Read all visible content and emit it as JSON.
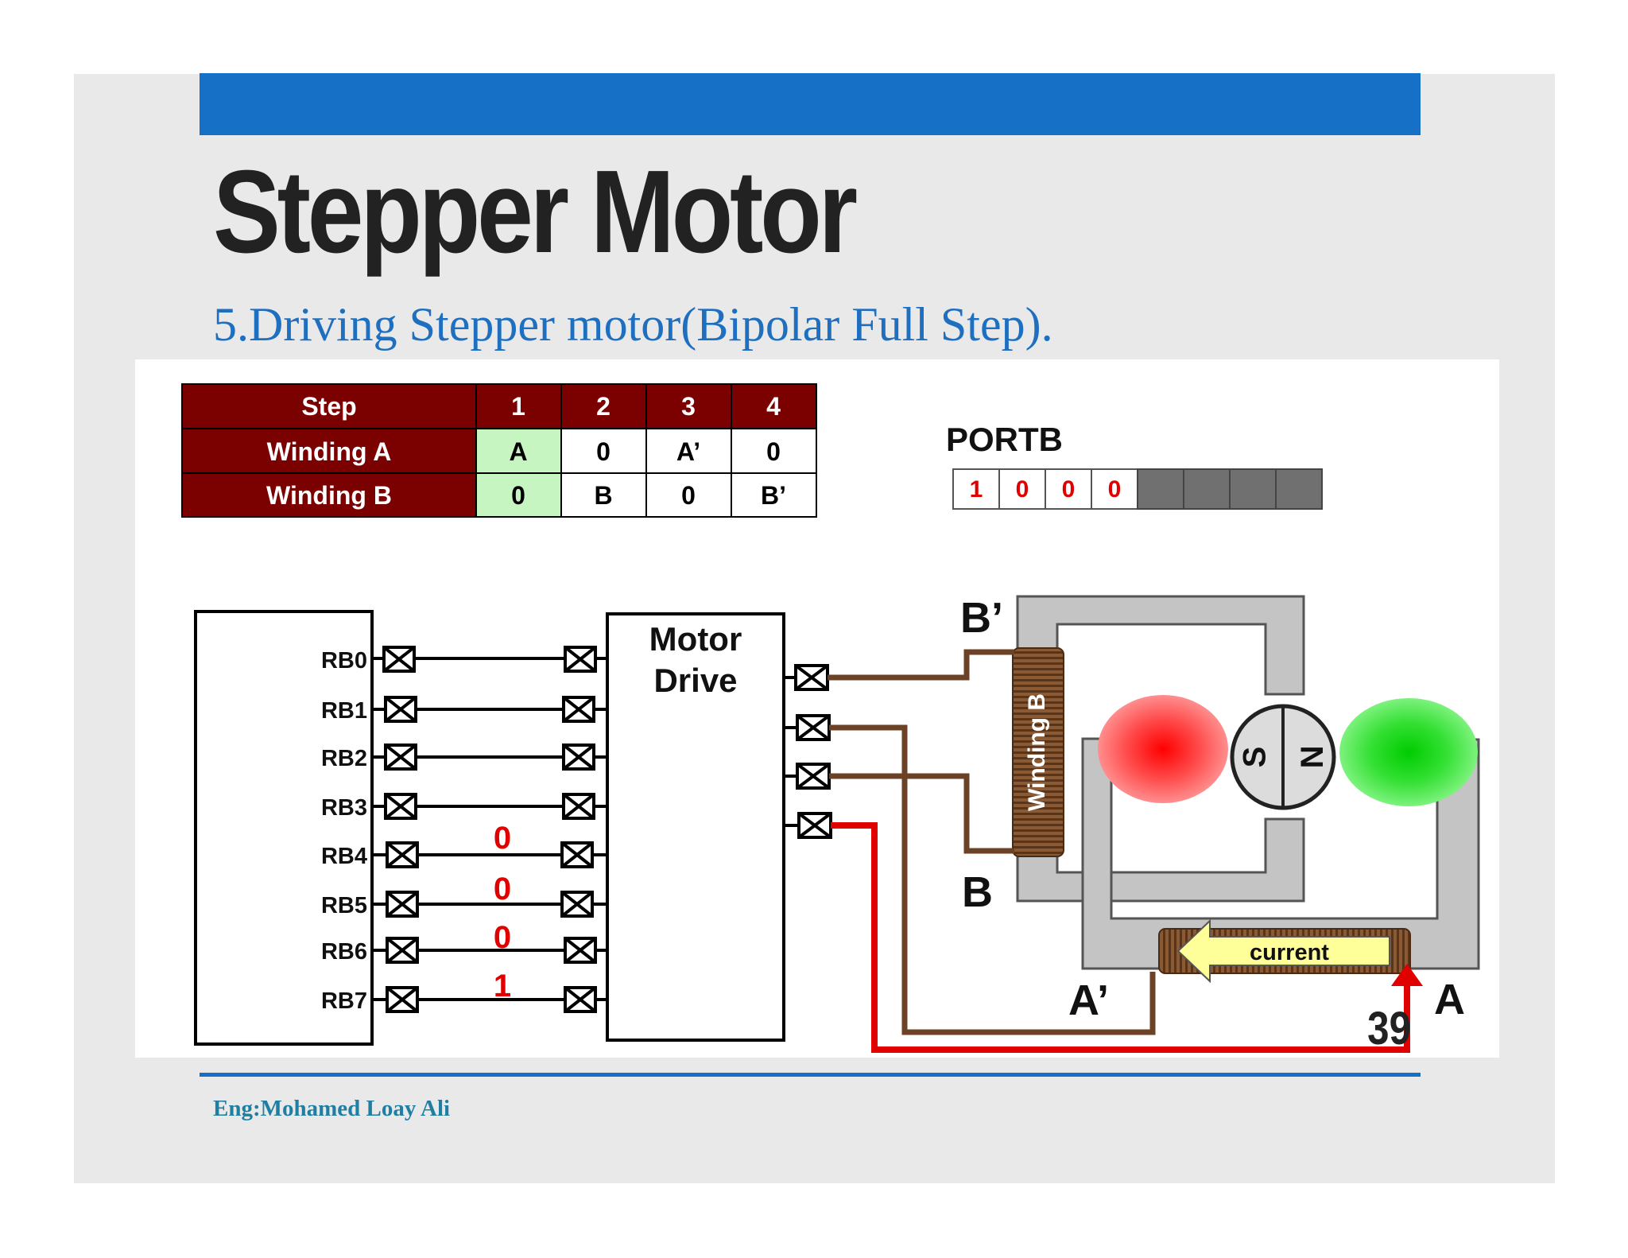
{
  "slide": {
    "title": "Stepper Motor",
    "subtitle": "5.Driving Stepper motor(Bipolar Full Step).",
    "footer": "Eng:Mohamed Loay Ali",
    "page_number": "39"
  },
  "step_table": {
    "header": [
      "Step",
      "1",
      "2",
      "3",
      "4"
    ],
    "rows": [
      [
        "Winding A",
        "A",
        "0",
        "A’",
        "0"
      ],
      [
        "Winding B",
        "0",
        "B",
        "0",
        "B’"
      ]
    ],
    "active_step": 1
  },
  "portb": {
    "label": "PORTB",
    "bits": [
      "1",
      "0",
      "0",
      "0",
      "",
      "",
      "",
      ""
    ]
  },
  "pins": [
    "RB0",
    "RB1",
    "RB2",
    "RB3",
    "RB4",
    "RB5",
    "RB6",
    "RB7"
  ],
  "pin_values": [
    "0",
    "0",
    "0",
    "1"
  ],
  "driver_label": [
    "Motor",
    "Drive"
  ],
  "motor": {
    "b_prime": "B’",
    "b": "B",
    "a_prime": "A’",
    "a": "A",
    "winding_b": "Winding B",
    "rotor_s": "S",
    "rotor_n": "N",
    "current": "current"
  },
  "colors": {
    "accent_blue": "#1570c6",
    "table_header": "#7b0000",
    "active_cell": "#c6f5c2",
    "signal_red": "#e00000",
    "wire_brown": "#6b4226"
  }
}
